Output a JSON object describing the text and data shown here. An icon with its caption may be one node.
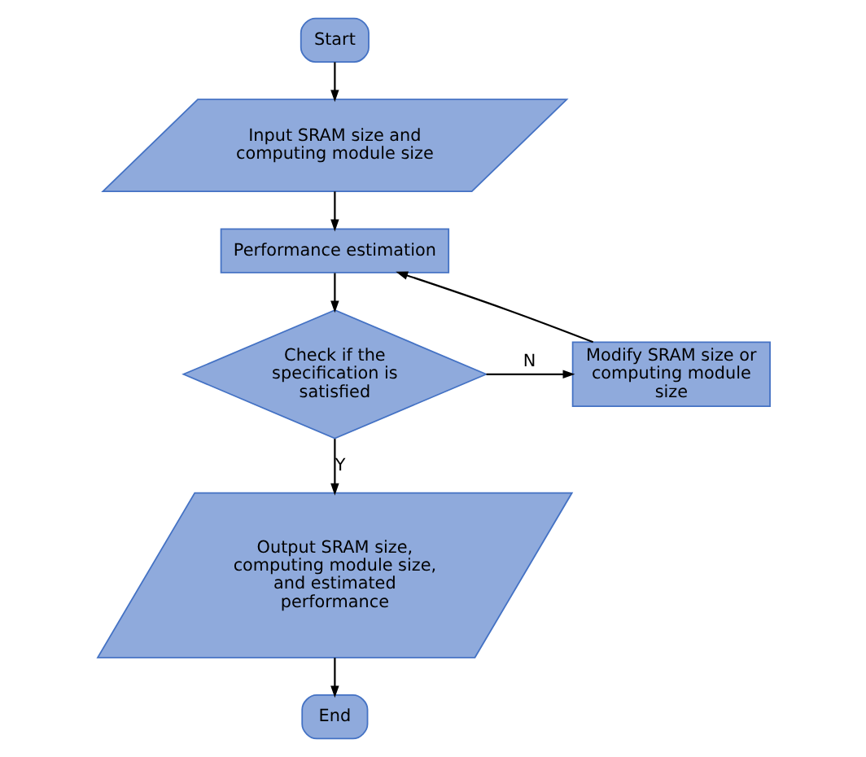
{
  "diagram": {
    "nodes": [
      {
        "text": [
          "Start"
        ]
      },
      {
        "text": [
          "Input SRAM size and computing module size"
        ]
      },
      {
        "text": [
          "Performance estimation"
        ]
      },
      {
        "text": [
          "Check if the specification is satisfied"
        ]
      },
      {
        "text": [
          "Modify SRAM size or computing module size"
        ]
      },
      {
        "text": [
          "Output SRAM size, computing module size, and estimated performance"
        ]
      },
      {
        "text": [
          "End"
        ]
      }
    ],
    "edges": [
      {
        "from": 0,
        "to": 1,
        "arrow": "to"
      },
      {
        "from": 1,
        "to": 2,
        "arrow": "to"
      },
      {
        "from": 2,
        "to": 3,
        "arrow": "to"
      },
      {
        "from": 3,
        "to": 4,
        "arrow": "to",
        "label": "N"
      },
      {
        "from": 4,
        "to": 2,
        "arrow": "to"
      },
      {
        "from": 3,
        "to": 5,
        "arrow": "to",
        "label": "Y"
      },
      {
        "from": 5,
        "to": 6,
        "arrow": "to"
      }
    ]
  }
}
